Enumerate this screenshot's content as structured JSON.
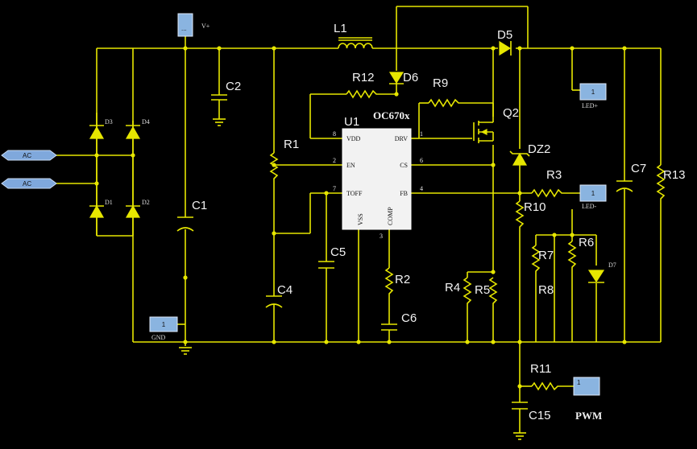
{
  "title": "OC670x",
  "ic": {
    "ref": "U1",
    "part": "OC670x",
    "pins": [
      {
        "num": "8",
        "name": "VDD"
      },
      {
        "num": "1",
        "name": "DRV"
      },
      {
        "num": "2",
        "name": "EN"
      },
      {
        "num": "6",
        "name": "CS"
      },
      {
        "num": "7",
        "name": "TOFF"
      },
      {
        "num": "4",
        "name": "FB"
      },
      {
        "num": "3",
        "name": ""
      },
      {
        "num": "",
        "name": "VSS"
      },
      {
        "num": "",
        "name": "COMP"
      }
    ]
  },
  "components": {
    "L1": "L1",
    "D5": "D5",
    "D6": "D6",
    "R12": "R12",
    "R9": "R9",
    "Q2": "Q2",
    "C2": "C2",
    "R1": "R1",
    "C1": "C1",
    "C4": "C4",
    "C5": "C5",
    "R2": "R2",
    "C6": "C6",
    "R4": "R4",
    "R5": "R5",
    "DZ2": "DZ2",
    "R3": "R3",
    "R10": "R10",
    "C7": "C7",
    "R13": "R13",
    "R7": "R7",
    "R8": "R8",
    "R6": "R6",
    "D7": "D7",
    "R11": "R11",
    "C15": "C15",
    "D1": "D1",
    "D2": "D2",
    "D3": "D3",
    "D4": "D4"
  },
  "ports": {
    "vplus": {
      "label": "V+",
      "num": "..."
    },
    "ac1": {
      "label": "AC"
    },
    "ac2": {
      "label": "AC"
    },
    "gnd": {
      "label": "GND",
      "num": "1"
    },
    "led_plus": {
      "label": "LED+",
      "num": "1"
    },
    "led_minus": {
      "label": "LED-",
      "num": "1"
    },
    "pwm": {
      "label": "PWM",
      "num": "1"
    }
  },
  "colors": {
    "wire": "#e6e600",
    "background": "#000000",
    "port_fill": "#8ab4e0"
  }
}
